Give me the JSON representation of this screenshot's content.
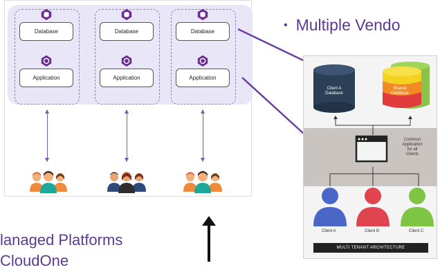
{
  "left_diagram": {
    "columns": [
      {
        "database_label": "Database",
        "application_label": "Application"
      },
      {
        "database_label": "Database",
        "application_label": "Application"
      },
      {
        "database_label": "Database",
        "application_label": "Application"
      }
    ]
  },
  "right_heading": {
    "bullet": "•",
    "text": "Multiple Vendo"
  },
  "right_diagram": {
    "client_a_db": "Client A\nDatabase",
    "shared_db": "Shared\nDatabase",
    "common_app": "Common\nApplication\nfor all\nClients",
    "clients": [
      "Client A",
      "Client B",
      "Client C"
    ],
    "client_colors": [
      "#4a67c8",
      "#e0454f",
      "#7ec543"
    ],
    "footer": "MULTI TENANT ARCHITECTURE"
  },
  "bottom_text": {
    "line1": "lanaged Platforms",
    "line2": "CloudOne"
  },
  "colors": {
    "accent": "#5b3a92",
    "badge": "#6a2c91",
    "lavender": "#e9e6f8"
  }
}
